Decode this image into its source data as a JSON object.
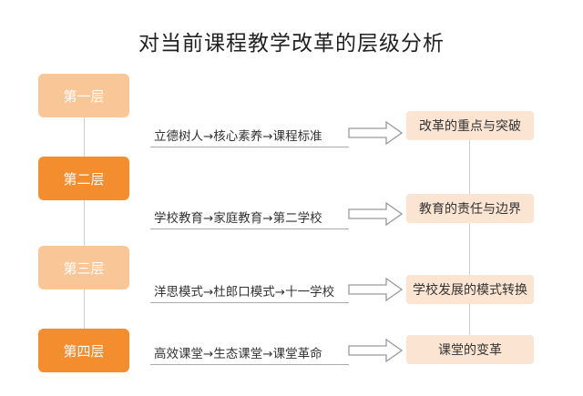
{
  "title": "对当前课程教学改革的层级分析",
  "levels": [
    {
      "label": "第一层",
      "style": "light"
    },
    {
      "label": "第二层",
      "style": "dark"
    },
    {
      "label": "第三层",
      "style": "light"
    },
    {
      "label": "第四层",
      "style": "dark"
    }
  ],
  "paths": [
    "立德树人→核心素养→课程标准",
    "学校教育→家庭教育→第二学校",
    "洋思模式→杜郎口模式→十一学校",
    "高效课堂→生态课堂→课堂革命"
  ],
  "results": [
    "改革的重点与突破",
    "教育的责任与边界",
    "学校发展的模式转换",
    "课堂的变革"
  ],
  "colors": {
    "level_light": "#f9c697",
    "level_dark": "#f48d2e",
    "result_bg": "#fbe5d2",
    "arrow_outline": "#9a9a9a"
  }
}
